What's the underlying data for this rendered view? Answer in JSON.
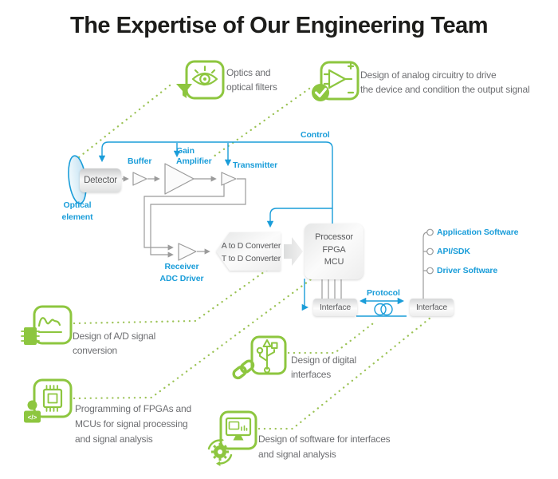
{
  "title": "The Expertise of Our Engineering Team",
  "callouts": {
    "optics": "Optics and\noptical filters",
    "analog": "Design of analog circuitry to drive\nthe device and condition the output signal",
    "adc": "Design of A/D signal\nconversion",
    "fpga": "Programming of FPGAs and\nMCUs for signal processing\nand signal analysis",
    "digital": "Design of digital\ninterfaces",
    "software": "Design of software for interfaces\nand signal analysis"
  },
  "diagram": {
    "control": "Control",
    "optical_element": "Optical\nelement",
    "detector": "Detector",
    "buffer": "Buffer",
    "gain_amplifier": "Gain\nAmplifier",
    "transmitter": "Transmitter",
    "receiver": "Receiver\nADC Driver",
    "converter": "A to D Converter\nT to D Converter",
    "processor": "Processor\nFPGA\nMCU",
    "interface_left": "Interface",
    "interface_right": "Interface",
    "protocol": "Protocol",
    "software_stack": [
      "Application Software",
      "API/SDK",
      "Driver Software"
    ]
  },
  "icons": {
    "code_glyph": "</>"
  },
  "colors": {
    "green": "#8dc63f",
    "green_dots": "#9cc356",
    "blue": "#1a9dd9",
    "text_gray": "#6d6e71",
    "box_text_gray": "#58595b",
    "line_gray": "#9b9b9b",
    "title_black": "#1d1d1b"
  }
}
